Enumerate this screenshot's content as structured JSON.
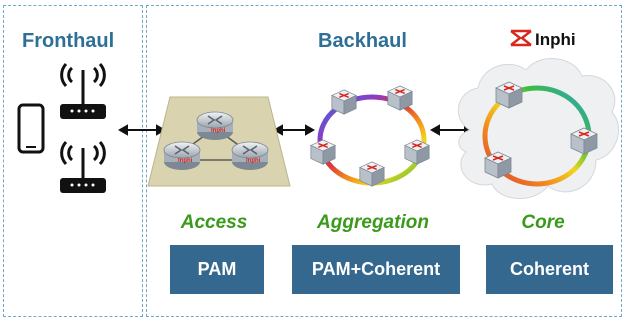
{
  "headers": {
    "fronthaul": "Fronthaul",
    "backhaul": "Backhaul"
  },
  "logo": {
    "text": "Inphi",
    "mark": "ΧΧ",
    "color": "#d6281f"
  },
  "segments": {
    "access": "Access",
    "aggregation": "Aggregation",
    "core": "Core"
  },
  "buttons": {
    "access": "PAM",
    "aggregation": "PAM+Coherent",
    "core": "Coherent"
  },
  "router_label": "Inphi",
  "colors": {
    "header": "#2d6f96",
    "segment": "#3a9a1c",
    "button": "#35688e",
    "border": "#6fa8c8"
  }
}
